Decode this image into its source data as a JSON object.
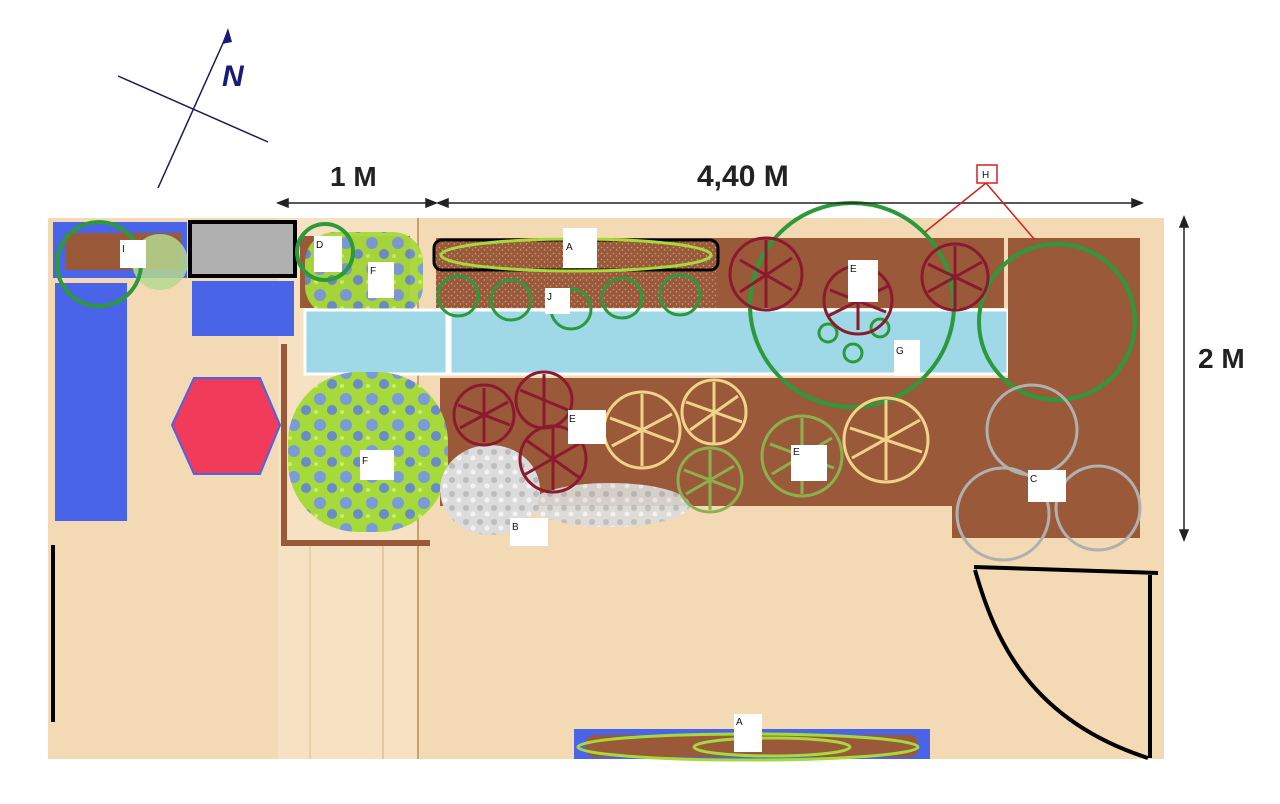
{
  "compass": {
    "label": "N"
  },
  "dimensions": {
    "width_small": "1 M",
    "width_large": "4,40 M",
    "height": "2 M"
  },
  "labels": {
    "a_top": "A",
    "a_bottom": "A",
    "b": "B",
    "c": "C",
    "d": "D",
    "e_top": "E",
    "e_red": "E",
    "e_green": "E",
    "f_top": "F",
    "f_big": "F",
    "g": "G",
    "h": "H",
    "i": "I",
    "j": "J"
  },
  "colors": {
    "ground": "#f3dab4",
    "soil": "#9a5a3a",
    "water": "#9fd8e6",
    "blue": "#4a64e8",
    "grey_block": "#b0b0b0",
    "hexagon": "#f03c5a",
    "green_ring": "#2c9a3a",
    "lime": "#a6d93a",
    "maroon": "#8b1a2e",
    "cream": "#f0d28a",
    "olive": "#8cb050",
    "grey_ring": "#b0b0b0",
    "line": "#000000",
    "h_line": "#d42020",
    "north": "#1a1a7a"
  }
}
